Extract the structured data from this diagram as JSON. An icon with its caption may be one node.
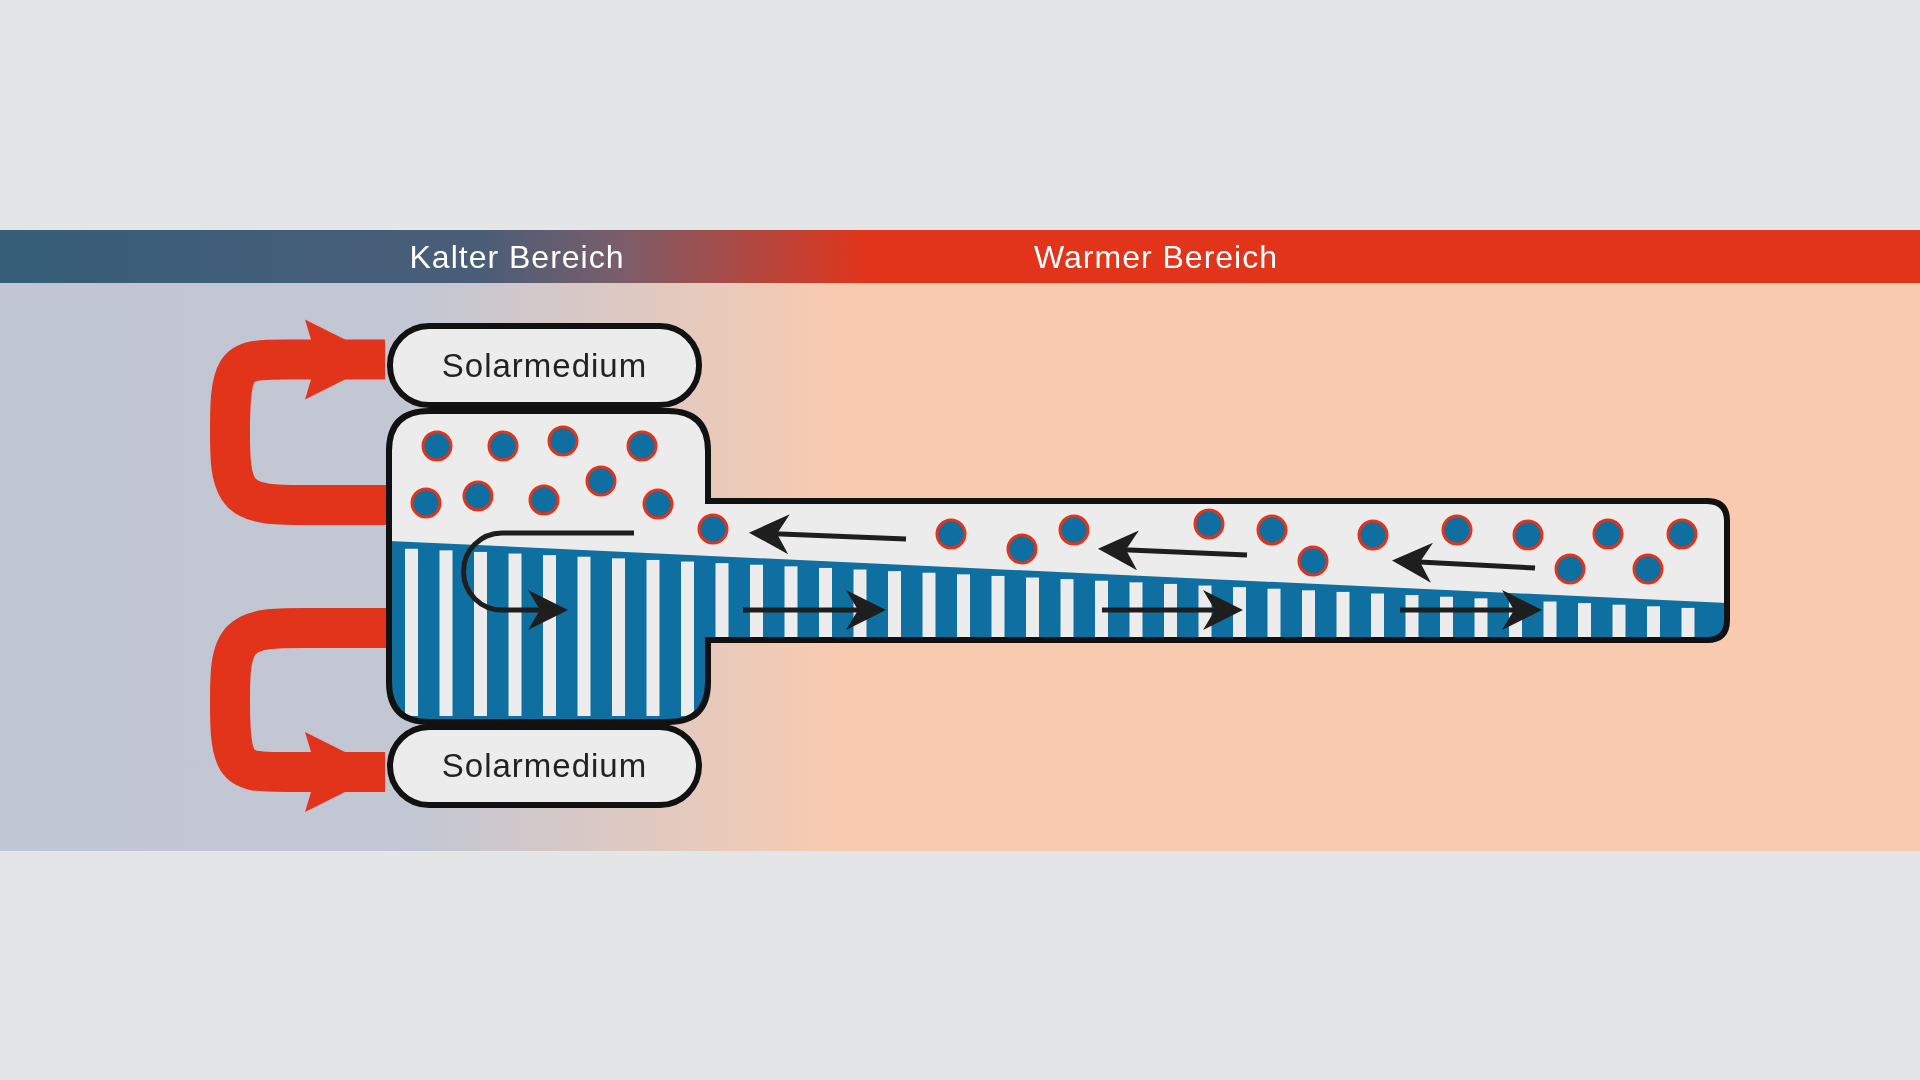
{
  "diagram": {
    "nodes": [
      {
        "text": [
          "Kalter Bereich"
        ]
      },
      {
        "text": [
          "Warmer Bereich"
        ]
      },
      {
        "text": [
          "Solarmedium"
        ]
      },
      {
        "text": [],
        "shape": "picture"
      },
      {
        "text": [
          "Solarmedium"
        ]
      }
    ],
    "edges": [
      {
        "from": 3,
        "to": 2,
        "arrow": "to"
      },
      {
        "from": 3,
        "to": 4,
        "arrow": "to"
      }
    ]
  }
}
